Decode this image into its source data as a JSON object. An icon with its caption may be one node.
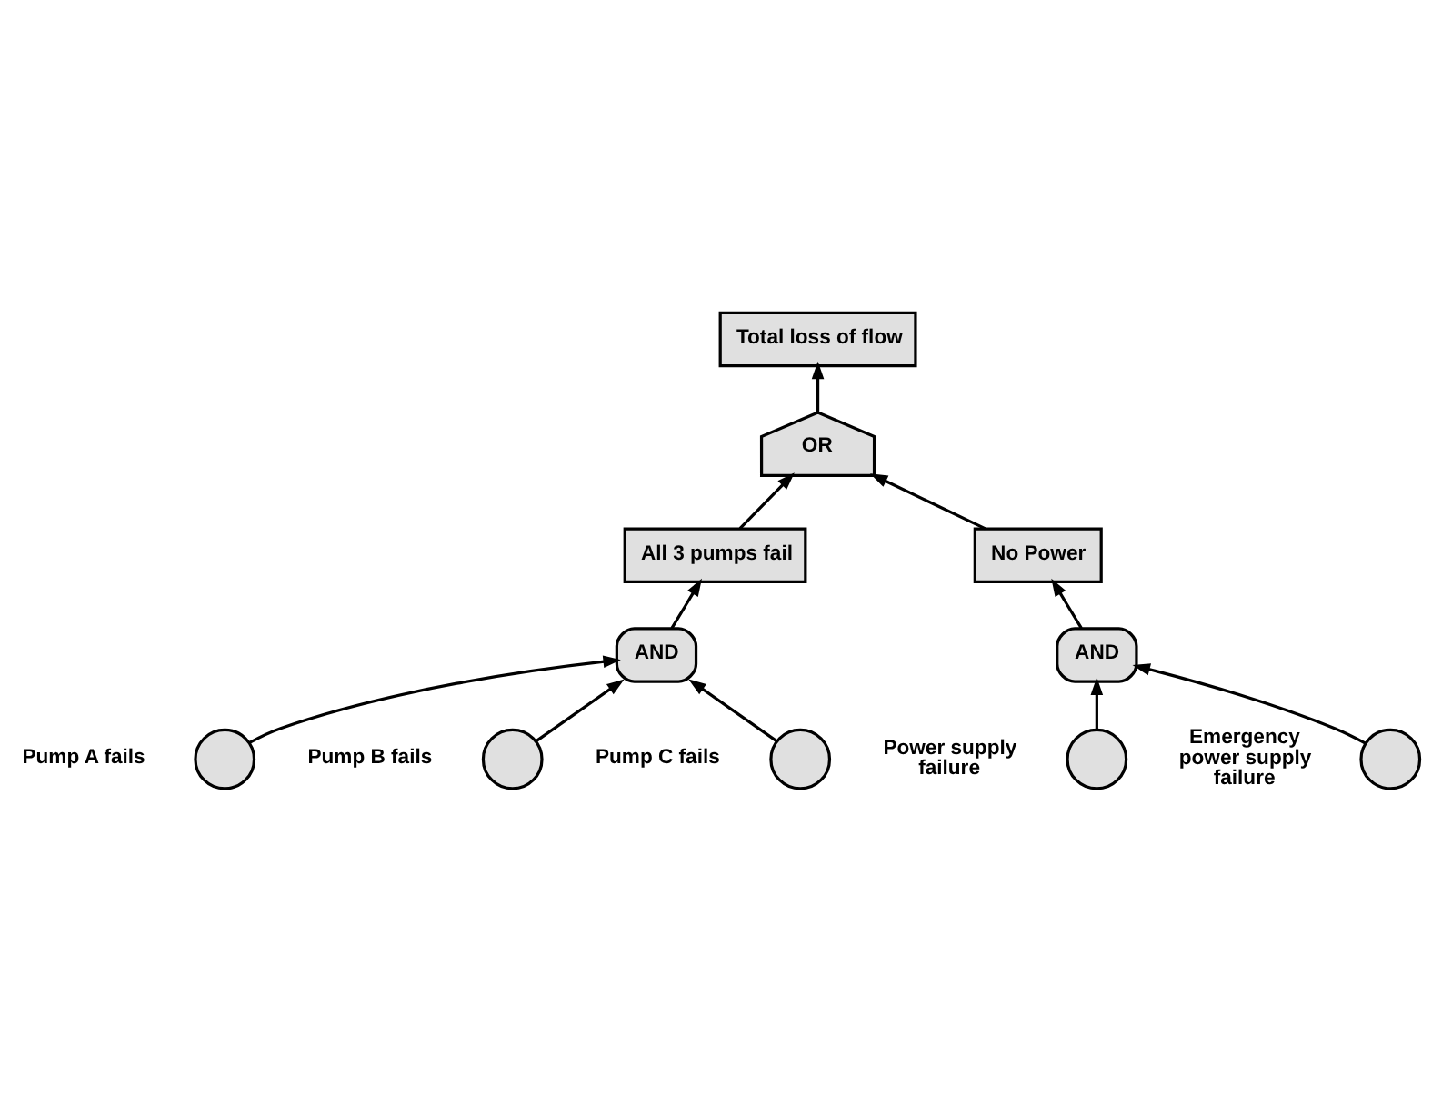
{
  "diagram": {
    "nodes": [
      {
        "text": [
          "Total loss of flow"
        ]
      },
      {
        "text": [
          "OR"
        ]
      },
      {
        "text": [
          "All 3 pumps fail"
        ]
      },
      {
        "text": [
          "No Power"
        ]
      },
      {
        "text": [
          "AND"
        ]
      },
      {
        "text": [
          "AND"
        ]
      },
      {
        "text": [],
        "shape": "circle",
        "beside": [
          "Pump A fails"
        ]
      },
      {
        "text": [],
        "shape": "circle",
        "beside": [
          "Pump B fails"
        ]
      },
      {
        "text": [],
        "shape": "circle",
        "beside": [
          "Pump C fails"
        ]
      },
      {
        "text": [],
        "shape": "circle",
        "beside": [
          "Power supply failure"
        ]
      },
      {
        "text": [],
        "shape": "circle",
        "beside": [
          "Emergency power supply failure"
        ]
      }
    ],
    "edges": [
      {
        "from": 1,
        "to": 0,
        "arrow": "to"
      },
      {
        "from": 2,
        "to": 1,
        "arrow": "to"
      },
      {
        "from": 3,
        "to": 1,
        "arrow": "to"
      },
      {
        "from": 4,
        "to": 2,
        "arrow": "to"
      },
      {
        "from": 5,
        "to": 3,
        "arrow": "to"
      },
      {
        "from": 6,
        "to": 4,
        "arrow": "to"
      },
      {
        "from": 7,
        "to": 4,
        "arrow": "to"
      },
      {
        "from": 8,
        "to": 4,
        "arrow": "to"
      },
      {
        "from": 9,
        "to": 5,
        "arrow": "to"
      },
      {
        "from": 10,
        "to": 5,
        "arrow": "to"
      }
    ]
  }
}
